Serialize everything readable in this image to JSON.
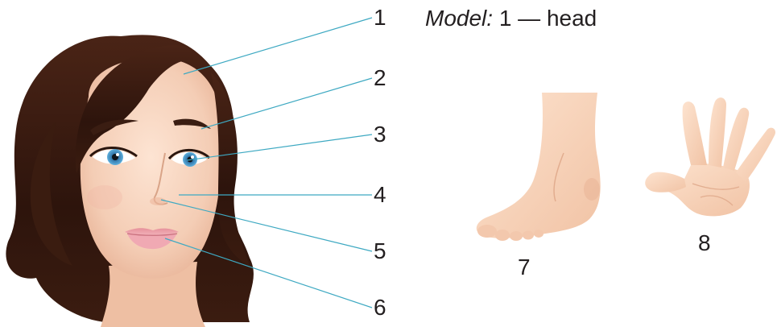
{
  "model": {
    "label": "Model:",
    "example": "1 — head"
  },
  "callouts": [
    {
      "number": "1"
    },
    {
      "number": "2"
    },
    {
      "number": "3"
    },
    {
      "number": "4"
    },
    {
      "number": "5"
    },
    {
      "number": "6"
    }
  ],
  "images": [
    {
      "number": "7",
      "icon": "foot-icon"
    },
    {
      "number": "8",
      "icon": "hand-icon"
    }
  ],
  "colors": {
    "leader_line": "#3ea9c2",
    "text": "#231f20",
    "hair": "#3a1d12",
    "skin": "#f6d3bd",
    "lips": "#e38f9c",
    "iris": "#3b8fc7"
  }
}
